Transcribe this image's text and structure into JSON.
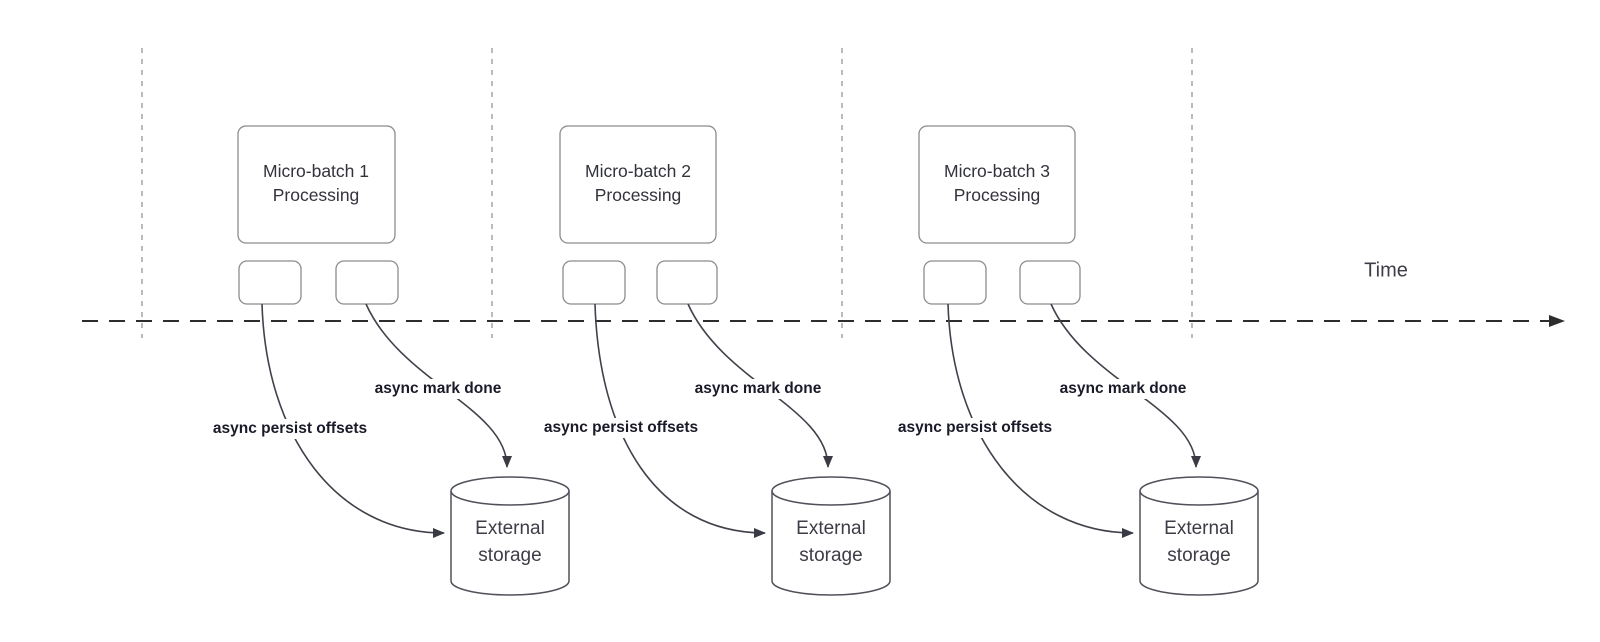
{
  "diagram": {
    "axis": {
      "label": "Time"
    },
    "groups": [
      {
        "title_line1": "Micro-batch 1",
        "title_line2": "Processing",
        "persist_label": "async persist offsets",
        "done_label": "async mark done",
        "storage_line1": "External",
        "storage_line2": "storage"
      },
      {
        "title_line1": "Micro-batch 2",
        "title_line2": "Processing",
        "persist_label": "async persist offsets",
        "done_label": "async mark done",
        "storage_line1": "External",
        "storage_line2": "storage"
      },
      {
        "title_line1": "Micro-batch 3",
        "title_line2": "Processing",
        "persist_label": "async persist offsets",
        "done_label": "async mark done",
        "storage_line1": "External",
        "storage_line2": "storage"
      }
    ],
    "colors": {
      "background": "#ffffff",
      "time_axis": "#2d2d2d",
      "time_guides": "#aaaaaa",
      "box_border": "#8c8c8c",
      "cylinder_border": "#50505a",
      "connector": "#41414b",
      "box_text": "#33333d",
      "edge_label_text": "#1a1a28"
    }
  }
}
